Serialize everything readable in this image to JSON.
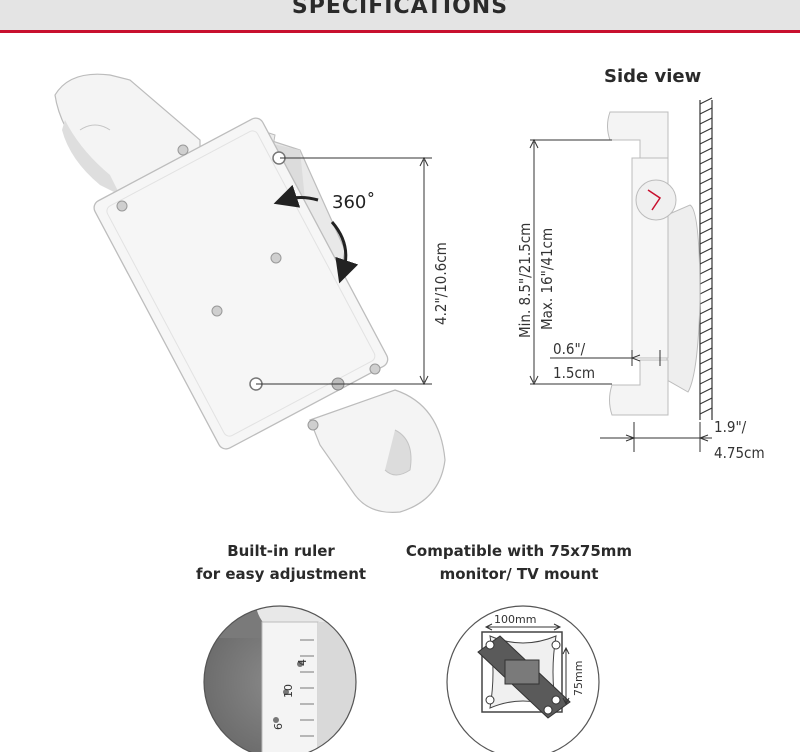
{
  "header": {
    "title": "SPECIFICATIONS"
  },
  "side_view": {
    "title": "Side view"
  },
  "dimensions": {
    "rotation": "360˚",
    "hole_spacing": "4.2\"/10.6cm",
    "range_min": "Min. 8.5\"/21.5cm",
    "range_max": "Max. 16\"/41cm",
    "lip_depth_top": "0.6\"/",
    "lip_depth_bottom": "1.5cm",
    "wall_depth_top": "1.9\"/",
    "wall_depth_bottom": "4.75cm"
  },
  "features": {
    "ruler_line1": "Built-in ruler",
    "ruler_line2": "for easy adjustment",
    "vesa_line1": "Compatible with 75x75mm",
    "vesa_line2": "monitor/ TV mount"
  },
  "vesa_diagram": {
    "width_label": "100mm",
    "height_label": "75mm"
  },
  "ruler_ticks": [
    "4",
    "10",
    "6"
  ],
  "colors": {
    "accent": "#c8102e",
    "header_bg": "#e4e4e4",
    "product_white": "#f3f3f3"
  }
}
